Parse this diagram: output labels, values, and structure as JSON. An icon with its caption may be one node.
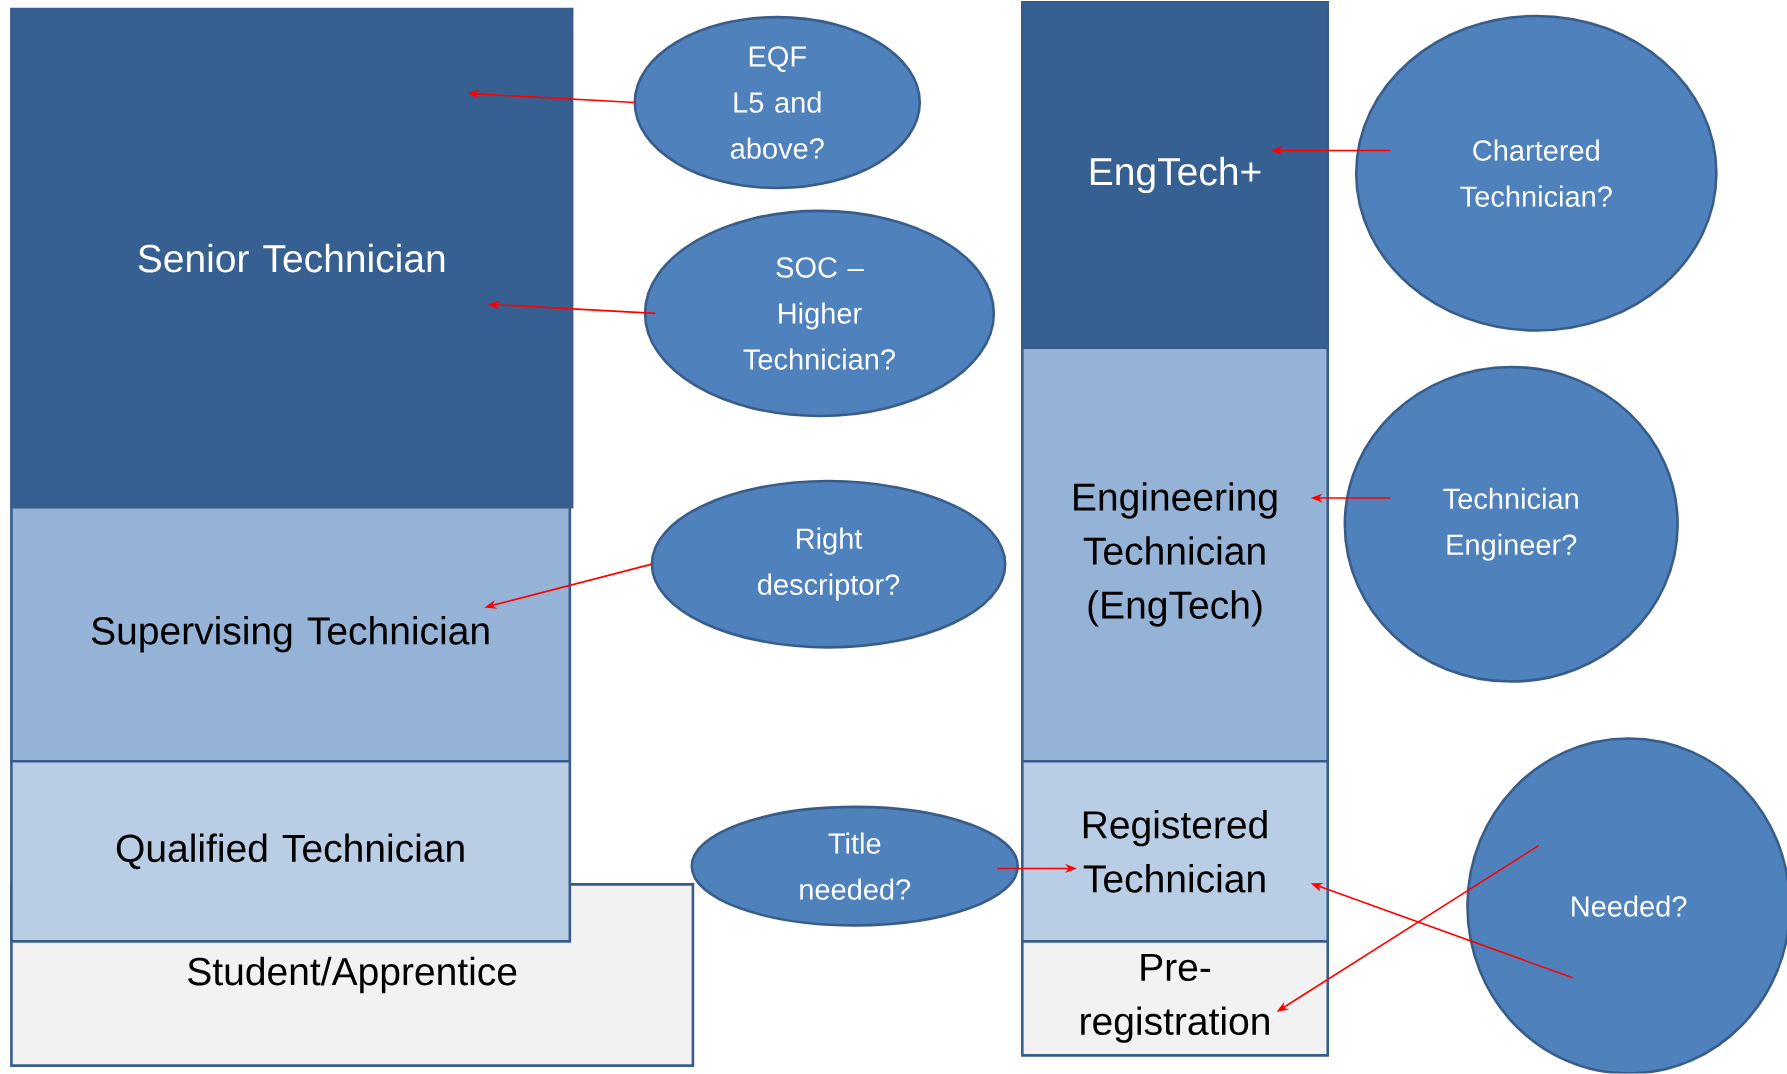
{
  "diagram": {
    "nodes": [
      {
        "text": [
          "Senior Technician"
        ]
      },
      {
        "text": [
          "Supervising Technician"
        ]
      },
      {
        "text": [
          "Qualified Technician"
        ]
      },
      {
        "text": [
          "Student/Apprentice"
        ]
      },
      {
        "text": [
          "EngTech+"
        ]
      },
      {
        "text": [
          "Engineering Technician (EngTech)"
        ]
      },
      {
        "text": [
          "Registered Technician"
        ]
      },
      {
        "text": [
          "Pre-registration"
        ]
      },
      {
        "text": [
          "EQF L5 and above?"
        ]
      },
      {
        "text": [
          "SOC – Higher Technician?"
        ]
      },
      {
        "text": [
          "Right descriptor?"
        ]
      },
      {
        "text": [
          "Title needed?"
        ]
      },
      {
        "text": [
          "Chartered Technician?"
        ]
      },
      {
        "text": [
          "Technician Engineer?"
        ]
      },
      {
        "text": [
          "Needed?"
        ]
      }
    ],
    "edges": [
      {
        "from": 8,
        "to": 0,
        "arrow": "to"
      },
      {
        "from": 9,
        "to": 0,
        "arrow": "to"
      },
      {
        "from": 10,
        "to": 1,
        "arrow": "to"
      },
      {
        "from": 11,
        "to": 6,
        "arrow": "to"
      },
      {
        "from": 12,
        "to": 4,
        "arrow": "to"
      },
      {
        "from": 13,
        "to": 5,
        "arrow": "to"
      },
      {
        "from": 14,
        "to": 6,
        "arrow": "to"
      },
      {
        "from": 14,
        "to": 7,
        "arrow": "to"
      }
    ]
  }
}
